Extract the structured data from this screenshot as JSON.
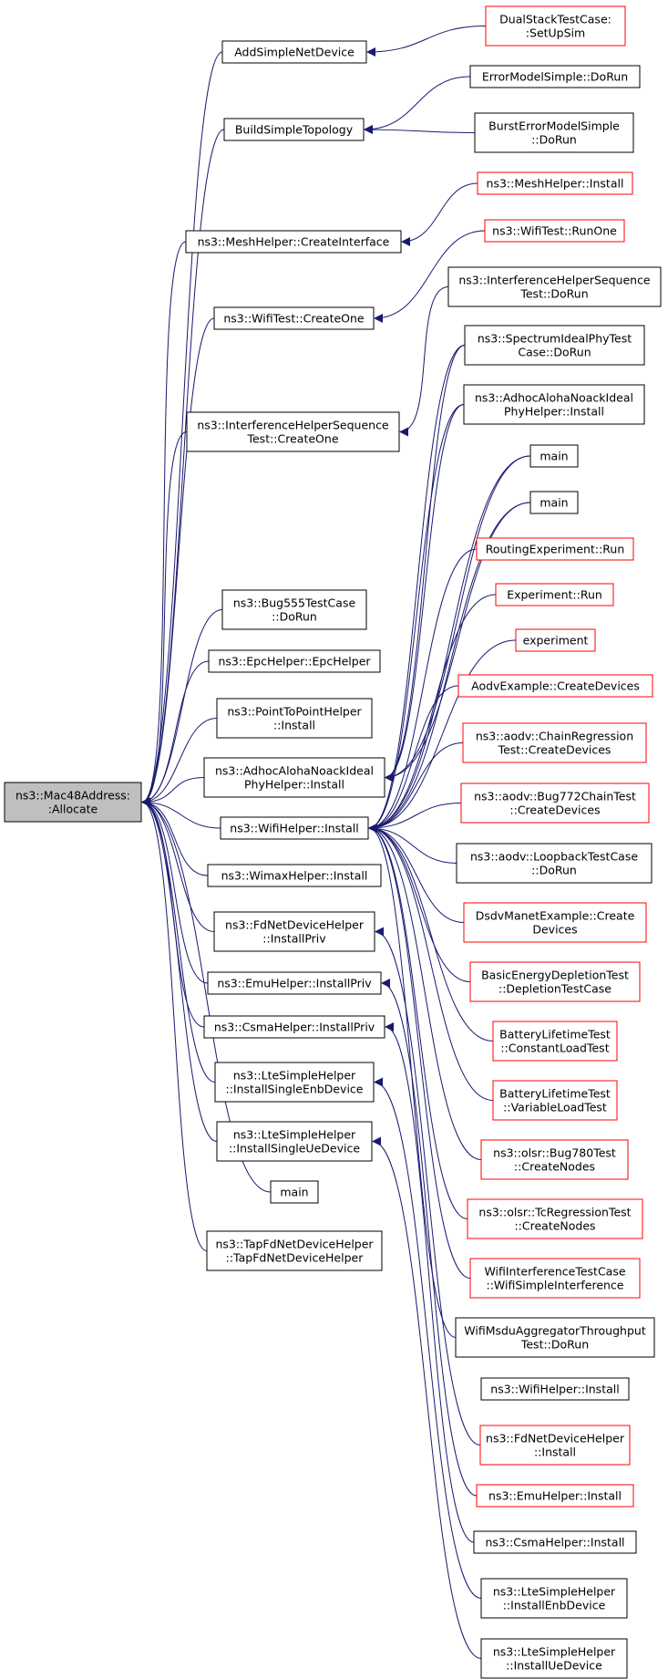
{
  "colors": {
    "edge": "#191970",
    "root_fill": "#bfbfbf",
    "border_normal": "#000000",
    "border_truncated": "#ff0000",
    "background": "#ffffff"
  },
  "root": {
    "id": "root",
    "lines": [
      "ns3::Mac48Address:",
      ":Allocate"
    ]
  },
  "nodes": [
    {
      "id": "addsimple",
      "lines": [
        "AddSimpleNetDevice"
      ],
      "truncated": false
    },
    {
      "id": "buildsimple",
      "lines": [
        "BuildSimpleTopology"
      ],
      "truncated": false
    },
    {
      "id": "meshci",
      "lines": [
        "ns3::MeshHelper::CreateInterface"
      ],
      "truncated": false
    },
    {
      "id": "wifico",
      "lines": [
        "ns3::WifiTest::CreateOne"
      ],
      "truncated": false
    },
    {
      "id": "ihsco",
      "lines": [
        "ns3::InterferenceHelperSequence",
        "Test::CreateOne"
      ],
      "truncated": false
    },
    {
      "id": "bug555",
      "lines": [
        "ns3::Bug555TestCase",
        "::DoRun"
      ],
      "truncated": false
    },
    {
      "id": "epc",
      "lines": [
        "ns3::EpcHelper::EpcHelper"
      ],
      "truncated": false
    },
    {
      "id": "p2p",
      "lines": [
        "ns3::PointToPointHelper",
        "::Install"
      ],
      "truncated": false
    },
    {
      "id": "aloha",
      "lines": [
        "ns3::AdhocAlohaNoackIdeal",
        "PhyHelper::Install"
      ],
      "truncated": false
    },
    {
      "id": "wifiinst",
      "lines": [
        "ns3::WifiHelper::Install"
      ],
      "truncated": false
    },
    {
      "id": "wimax",
      "lines": [
        "ns3::WimaxHelper::Install"
      ],
      "truncated": false
    },
    {
      "id": "fdpriv",
      "lines": [
        "ns3::FdNetDeviceHelper",
        "::InstallPriv"
      ],
      "truncated": false
    },
    {
      "id": "emupriv",
      "lines": [
        "ns3::EmuHelper::InstallPriv"
      ],
      "truncated": false
    },
    {
      "id": "csmapriv",
      "lines": [
        "ns3::CsmaHelper::InstallPriv"
      ],
      "truncated": false
    },
    {
      "id": "lteenb",
      "lines": [
        "ns3::LteSimpleHelper",
        "::InstallSingleEnbDevice"
      ],
      "truncated": false
    },
    {
      "id": "lteue",
      "lines": [
        "ns3::LteSimpleHelper",
        "::InstallSingleUeDevice"
      ],
      "truncated": false
    },
    {
      "id": "mainL",
      "lines": [
        "main"
      ],
      "truncated": false
    },
    {
      "id": "tapfd",
      "lines": [
        "ns3::TapFdNetDeviceHelper",
        "::TapFdNetDeviceHelper"
      ],
      "truncated": false
    },
    {
      "id": "dualstack",
      "lines": [
        "DualStackTestCase:",
        ":SetUpSim"
      ],
      "truncated": true
    },
    {
      "id": "errmodel",
      "lines": [
        "ErrorModelSimple::DoRun"
      ],
      "truncated": false
    },
    {
      "id": "bursterr",
      "lines": [
        "BurstErrorModelSimple",
        "::DoRun"
      ],
      "truncated": false
    },
    {
      "id": "meshinst",
      "lines": [
        "ns3::MeshHelper::Install"
      ],
      "truncated": true
    },
    {
      "id": "wifirun",
      "lines": [
        "ns3::WifiTest::RunOne"
      ],
      "truncated": true
    },
    {
      "id": "ihsrun",
      "lines": [
        "ns3::InterferenceHelperSequence",
        "Test::DoRun"
      ],
      "truncated": false
    },
    {
      "id": "spectrum",
      "lines": [
        "ns3::SpectrumIdealPhyTest",
        "Case::DoRun"
      ],
      "truncated": false
    },
    {
      "id": "aloha2",
      "lines": [
        "ns3::AdhocAlohaNoackIdeal",
        "PhyHelper::Install"
      ],
      "truncated": false
    },
    {
      "id": "main1",
      "lines": [
        "main"
      ],
      "truncated": false
    },
    {
      "id": "main2",
      "lines": [
        "main"
      ],
      "truncated": false
    },
    {
      "id": "routing",
      "lines": [
        "RoutingExperiment::Run"
      ],
      "truncated": true
    },
    {
      "id": "exprun",
      "lines": [
        "Experiment::Run"
      ],
      "truncated": true
    },
    {
      "id": "experiment",
      "lines": [
        "experiment"
      ],
      "truncated": true
    },
    {
      "id": "aodvex",
      "lines": [
        "AodvExample::CreateDevices"
      ],
      "truncated": true
    },
    {
      "id": "aodvchain",
      "lines": [
        "ns3::aodv::ChainRegression",
        "Test::CreateDevices"
      ],
      "truncated": true
    },
    {
      "id": "aodvbug",
      "lines": [
        "ns3::aodv::Bug772ChainTest",
        "::CreateDevices"
      ],
      "truncated": true
    },
    {
      "id": "aodvloop",
      "lines": [
        "ns3::aodv::LoopbackTestCase",
        "::DoRun"
      ],
      "truncated": false
    },
    {
      "id": "dsdv",
      "lines": [
        "DsdvManetExample::Create",
        "Devices"
      ],
      "truncated": true
    },
    {
      "id": "energy",
      "lines": [
        "BasicEnergyDepletionTest",
        "::DepletionTestCase"
      ],
      "truncated": true
    },
    {
      "id": "battconst",
      "lines": [
        "BatteryLifetimeTest",
        "::ConstantLoadTest"
      ],
      "truncated": true
    },
    {
      "id": "battvar",
      "lines": [
        "BatteryLifetimeTest",
        "::VariableLoadTest"
      ],
      "truncated": true
    },
    {
      "id": "olsrbug",
      "lines": [
        "ns3::olsr::Bug780Test",
        "::CreateNodes"
      ],
      "truncated": true
    },
    {
      "id": "olsrtc",
      "lines": [
        "ns3::olsr::TcRegressionTest",
        "::CreateNodes"
      ],
      "truncated": true
    },
    {
      "id": "wifiinterf",
      "lines": [
        "WifiInterferenceTestCase",
        "::WifiSimpleInterference"
      ],
      "truncated": true
    },
    {
      "id": "msdu",
      "lines": [
        "WifiMsduAggregatorThroughput",
        "Test::DoRun"
      ],
      "truncated": false
    },
    {
      "id": "wifiinst2",
      "lines": [
        "ns3::WifiHelper::Install"
      ],
      "truncated": false
    },
    {
      "id": "fdinst",
      "lines": [
        "ns3::FdNetDeviceHelper",
        "::Install"
      ],
      "truncated": true
    },
    {
      "id": "emuinst",
      "lines": [
        "ns3::EmuHelper::Install"
      ],
      "truncated": true
    },
    {
      "id": "csmainst",
      "lines": [
        "ns3::CsmaHelper::Install"
      ],
      "truncated": false
    },
    {
      "id": "lteenbinst",
      "lines": [
        "ns3::LteSimpleHelper",
        "::InstallEnbDevice"
      ],
      "truncated": false
    },
    {
      "id": "lteueinst",
      "lines": [
        "ns3::LteSimpleHelper",
        "::InstallUeDevice"
      ],
      "truncated": false
    }
  ]
}
